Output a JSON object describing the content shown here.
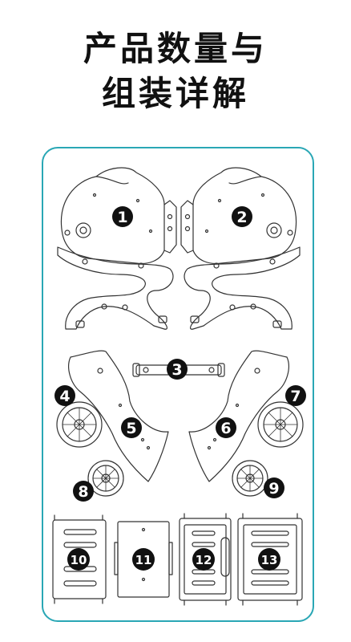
{
  "title": {
    "line1": "产品数量与",
    "line2": "组装详解"
  },
  "colors": {
    "panel_border": "#2aa7b5",
    "badge_fill": "#111111",
    "badge_text": "#ffffff",
    "line_art": "#333333"
  },
  "part_labels": [
    "1",
    "2",
    "3",
    "4",
    "5",
    "6",
    "7",
    "8",
    "9",
    "10",
    "11",
    "12",
    "13"
  ]
}
